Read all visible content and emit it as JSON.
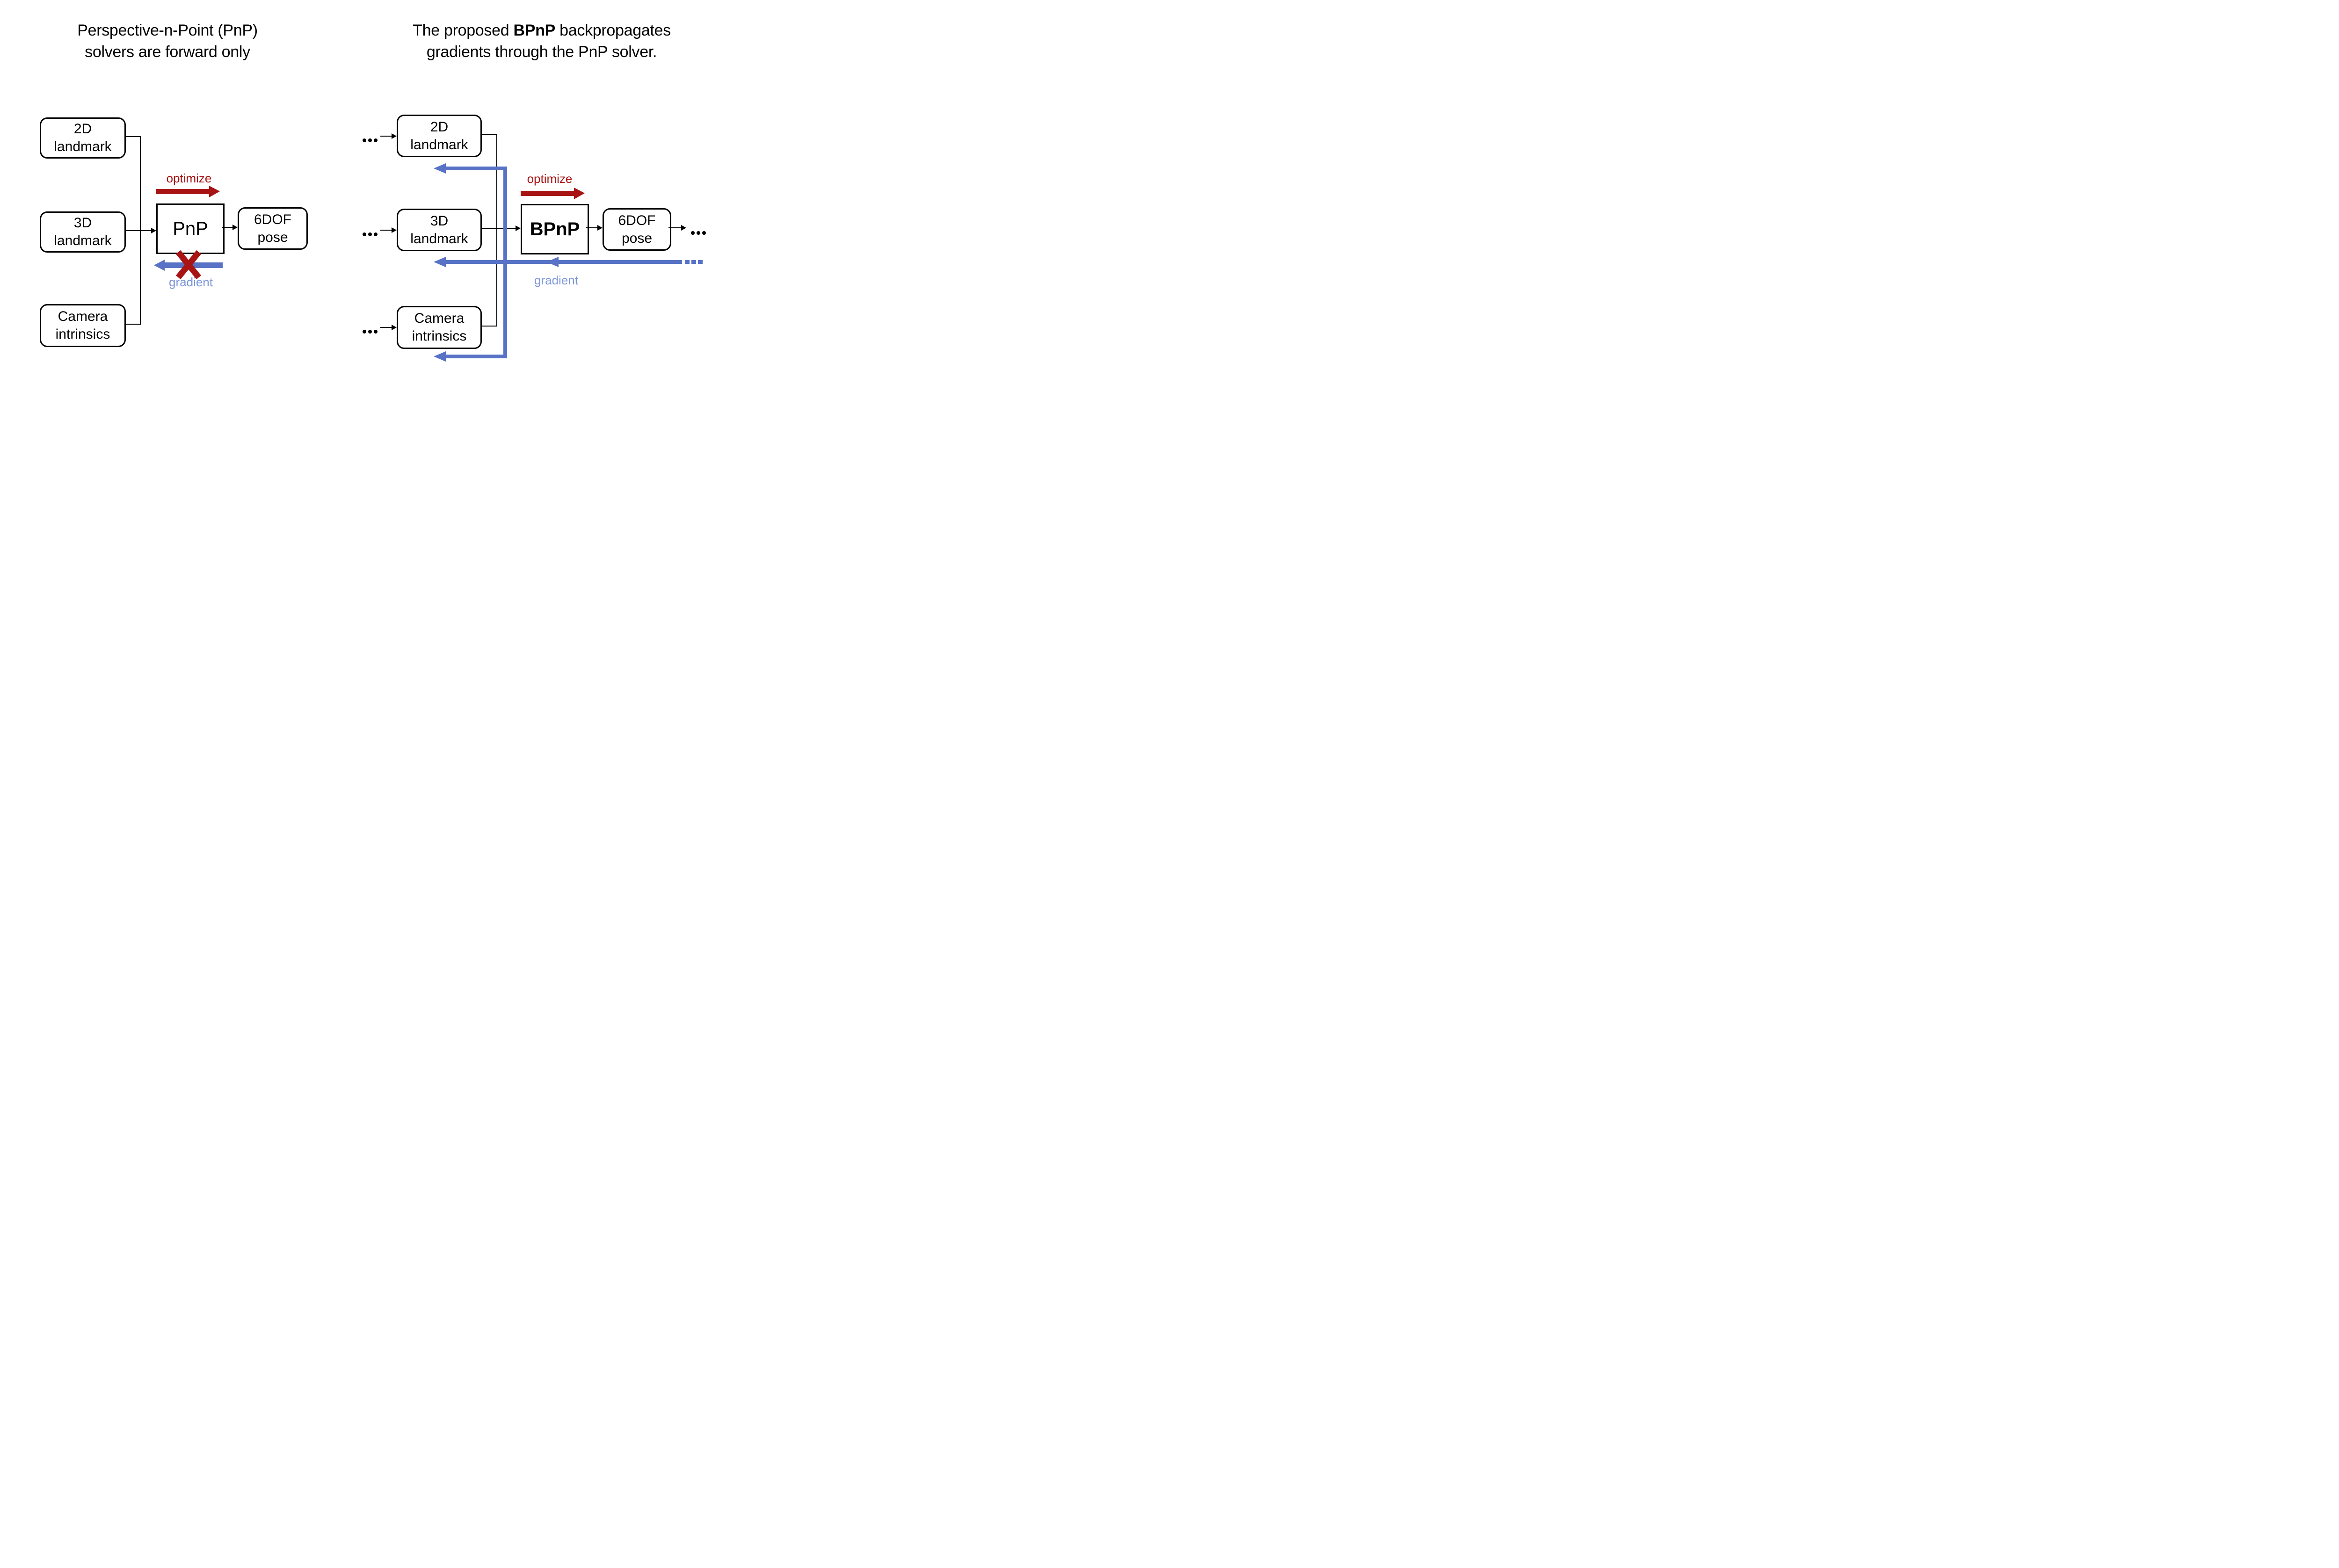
{
  "figure": {
    "colors": {
      "optimize_red": "#A81414",
      "gradient_blue_arrow": "#5873C6",
      "gradient_blue_text": "#7D97D9",
      "diagram_black": "#000000"
    },
    "left": {
      "title_line1": "Perspective-n-Point (PnP)",
      "title_line2": "solvers are forward only",
      "box2d_l1": "2D",
      "box2d_l2": "landmark",
      "box3d_l1": "3D",
      "box3d_l2": "landmark",
      "cam_l1": "Camera",
      "cam_l2": "intrinsics",
      "solver": "PnP",
      "pose_l1": "6DOF",
      "pose_l2": "pose",
      "optimize": "optimize",
      "gradient": "gradient"
    },
    "right": {
      "title_prefix": "The proposed ",
      "title_bold": "BPnP",
      "title_suffix": " backpropagates",
      "title_line2": "gradients through the PnP solver.",
      "box2d_l1": "2D",
      "box2d_l2": "landmark",
      "box3d_l1": "3D",
      "box3d_l2": "landmark",
      "cam_l1": "Camera",
      "cam_l2": "intrinsics",
      "solver": "BPnP",
      "pose_l1": "6DOF",
      "pose_l2": "pose",
      "optimize": "optimize",
      "gradient": "gradient",
      "continuation_marks": "..."
    }
  }
}
